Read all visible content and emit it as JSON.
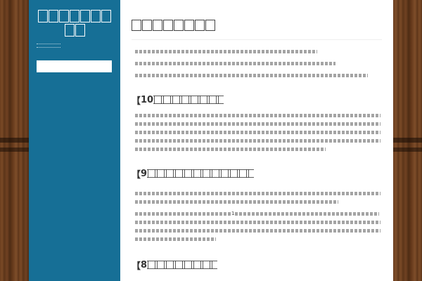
{
  "site": {
    "title": "",
    "tagline": "",
    "search_placeholder": ""
  },
  "article": {
    "title": "",
    "intro": [
      {
        "text": ""
      },
      {
        "text": ""
      },
      {
        "text": ""
      }
    ],
    "sections": [
      {
        "number": "10",
        "heading": "",
        "paragraphs": [
          {
            "text": ""
          }
        ]
      },
      {
        "number": "9",
        "heading": "",
        "paragraphs": [
          {
            "text": ""
          },
          {
            "text": "",
            "inline_number": "1"
          }
        ]
      },
      {
        "number": "8",
        "heading": "",
        "paragraphs": []
      }
    ]
  },
  "colors": {
    "sidebar": "#166f96",
    "content_bg": "#ffffff",
    "text": "#444444",
    "wood": "#5a3418"
  }
}
